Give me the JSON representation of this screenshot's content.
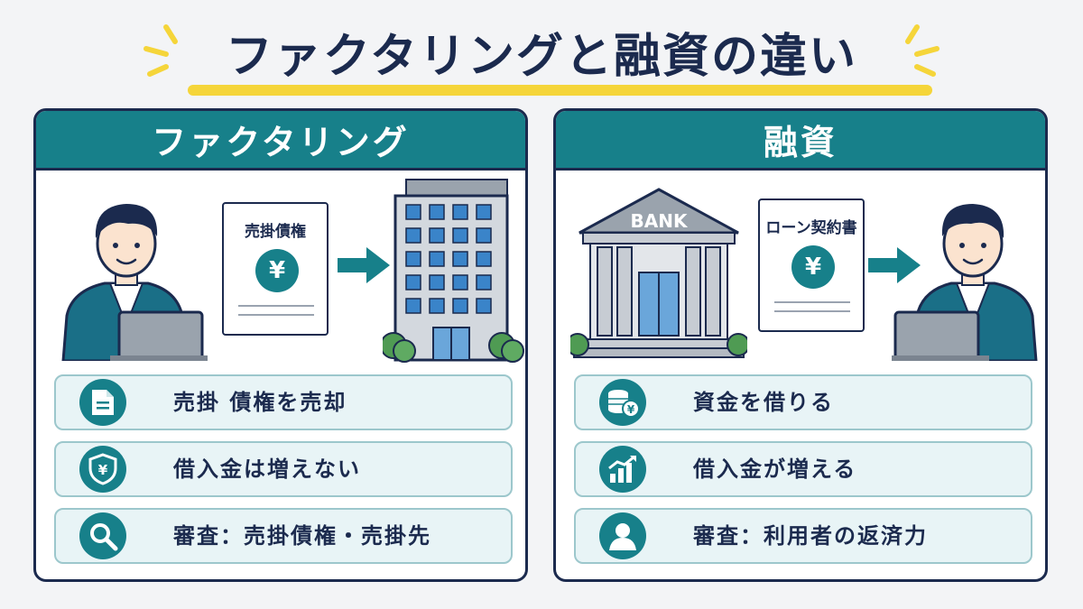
{
  "title": "ファクタリングと融資の違い",
  "colors": {
    "navy": "#1b2a4e",
    "teal": "#17808a",
    "yellow": "#f5d53a",
    "row_bg": "#e8f4f6"
  },
  "left_panel": {
    "title": "ファクタリング",
    "document": {
      "title": "売掛債権",
      "symbol": "¥"
    },
    "flow": [
      "person-with-laptop",
      "document",
      "arrow-right-icon",
      "office-building"
    ],
    "rows": [
      {
        "icon": "document-icon",
        "label": "売掛 債権を売却"
      },
      {
        "icon": "shield-yen-icon",
        "label": "借入金は増えない"
      },
      {
        "icon": "magnifier-icon",
        "label": "審査：売掛債権・売掛先"
      }
    ]
  },
  "right_panel": {
    "title": "融資",
    "bank_sign": "BANK",
    "document": {
      "title": "ローン契約書",
      "symbol": "¥"
    },
    "flow": [
      "bank-building",
      "document",
      "arrow-right-icon",
      "person-with-laptop"
    ],
    "rows": [
      {
        "icon": "coins-yen-icon",
        "label": "資金を借りる"
      },
      {
        "icon": "growth-chart-icon",
        "label": "借入金が増える"
      },
      {
        "icon": "user-icon",
        "label": "審査：利用者の返済力"
      }
    ]
  }
}
